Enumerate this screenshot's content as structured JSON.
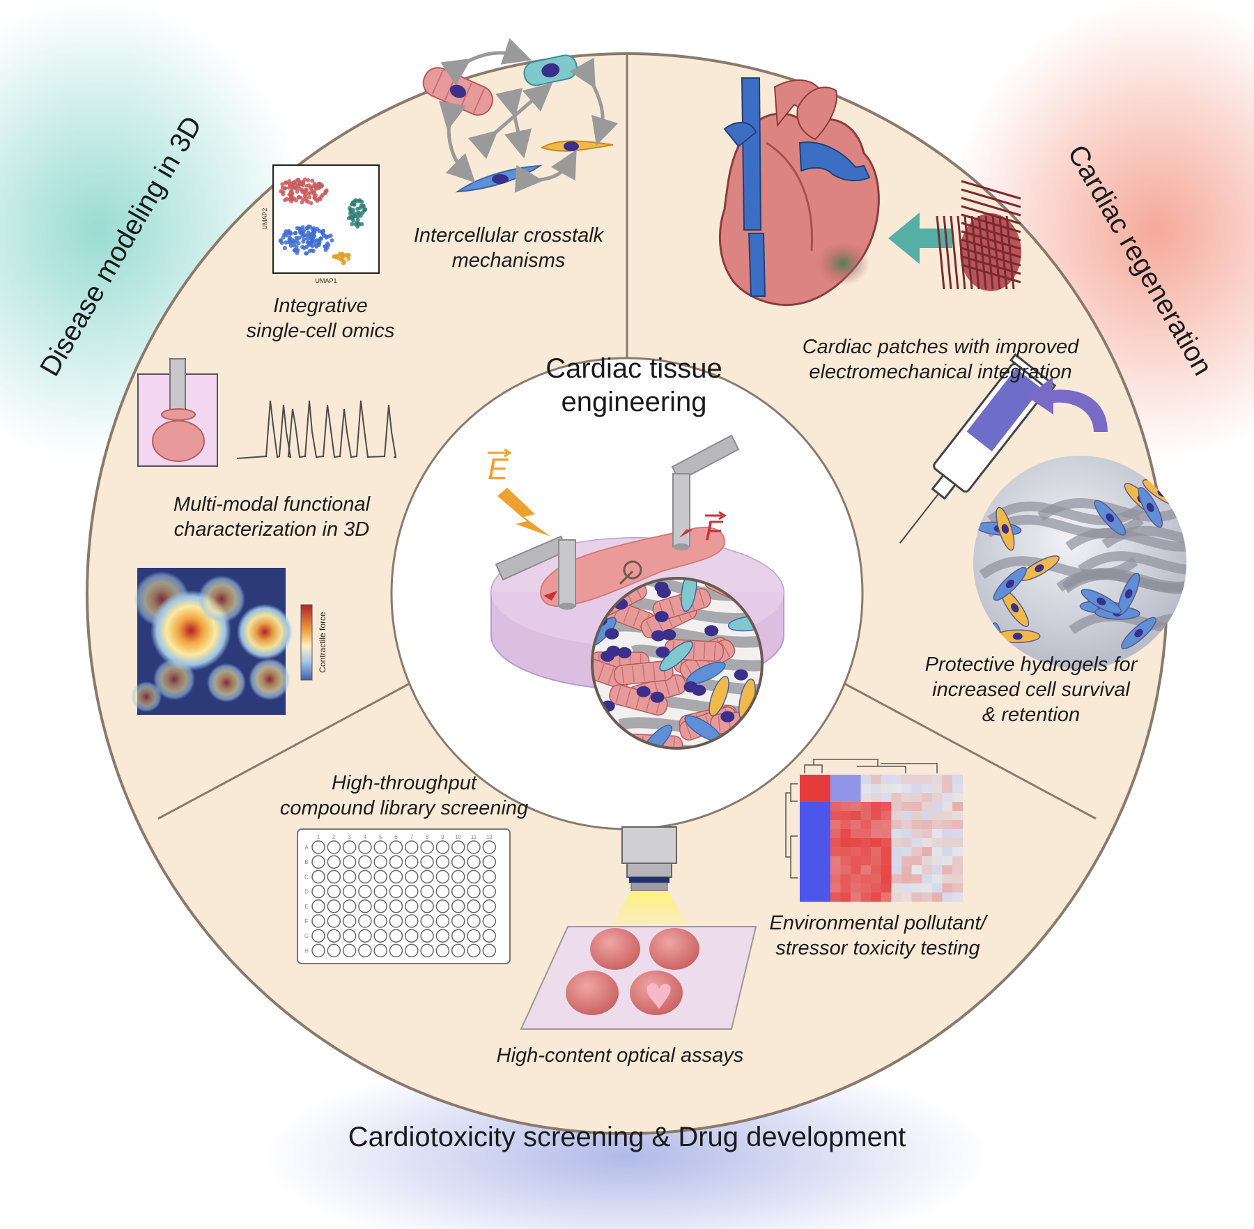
{
  "center_title": [
    "Cardiac tissue",
    "engineering"
  ],
  "quadrant_titles": {
    "disease_modeling": "Disease modeling in 3D",
    "cardiac_regeneration": "Cardiac regeneration",
    "cardiotoxicity": "Cardiotoxicity screening & Drug development"
  },
  "labels": {
    "crosstalk": [
      "Intercellular crosstalk",
      "mechanisms"
    ],
    "omics": [
      "Integrative",
      "single-cell omics"
    ],
    "functional": [
      "Multi-modal functional",
      "characterization in 3D"
    ],
    "patches": [
      "Cardiac patches with improved",
      "electromechanical integration"
    ],
    "hydrogels": [
      "Protective hydrogels for",
      "increased cell survival",
      "& retention"
    ],
    "hts": [
      "High-throughput",
      "compound library screening"
    ],
    "optical": [
      "High-content optical assays"
    ],
    "toxicity": [
      "Environmental pollutant/",
      "stressor toxicity testing"
    ]
  },
  "umap": {
    "xlabel": "UMAP1",
    "ylabel": "UMAP2"
  },
  "heatmap_force": {
    "colorbar_label": "Contractile force"
  },
  "well_plate": {
    "columns": [
      "1",
      "2",
      "3",
      "4",
      "5",
      "6",
      "7",
      "8",
      "9",
      "10",
      "11",
      "12"
    ],
    "rows": [
      "A",
      "B",
      "C",
      "D",
      "E",
      "F",
      "G",
      "H"
    ]
  },
  "vectors": {
    "field": "E",
    "force": "F"
  },
  "colors": {
    "panel_fill": "#f8ead7",
    "divider": "#8a7a6c",
    "tissue_pink": "#e9908f",
    "vessel_blue": "#3c6fc4",
    "accent_teal": "#43a89e",
    "accent_orange": "#f0a030",
    "force_red": "#c8323a"
  }
}
